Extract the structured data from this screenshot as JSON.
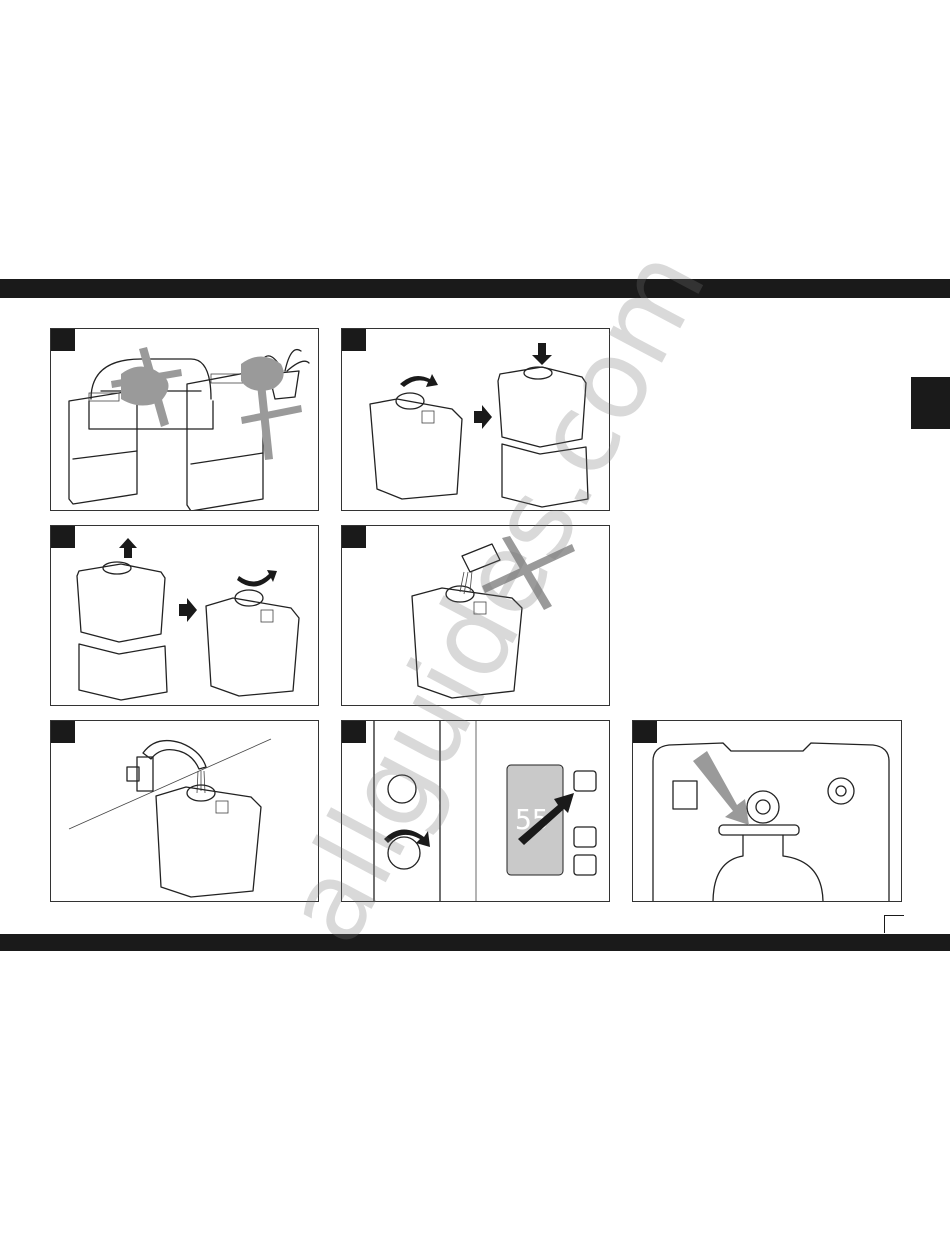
{
  "watermark": "allguides.com",
  "panels": [
    {
      "id": "placement",
      "icons": [
        "sofa-icon",
        "humidifier-icon",
        "plant-icon",
        "cross-icon"
      ]
    },
    {
      "id": "assemble-tank",
      "icons": [
        "rotate-arrow-icon",
        "down-arrow-icon",
        "humidifier-icon"
      ]
    },
    {
      "id": "remove-tank",
      "icons": [
        "up-arrow-icon",
        "rotate-arrow-icon",
        "tank-icon"
      ]
    },
    {
      "id": "no-additives",
      "icons": [
        "bottle-icon",
        "cross-icon",
        "tank-icon"
      ]
    },
    {
      "id": "fill-water",
      "icons": [
        "tap-icon",
        "tank-icon"
      ]
    },
    {
      "id": "controls",
      "icons": [
        "knob-icon",
        "display-icon",
        "power-button-icon"
      ]
    },
    {
      "id": "base-underside",
      "icons": [
        "arrow-icon",
        "base-icon"
      ]
    }
  ],
  "display_digits": "55",
  "accent_grey": "#9a9a9a",
  "bar_color": "#1a1a1a"
}
